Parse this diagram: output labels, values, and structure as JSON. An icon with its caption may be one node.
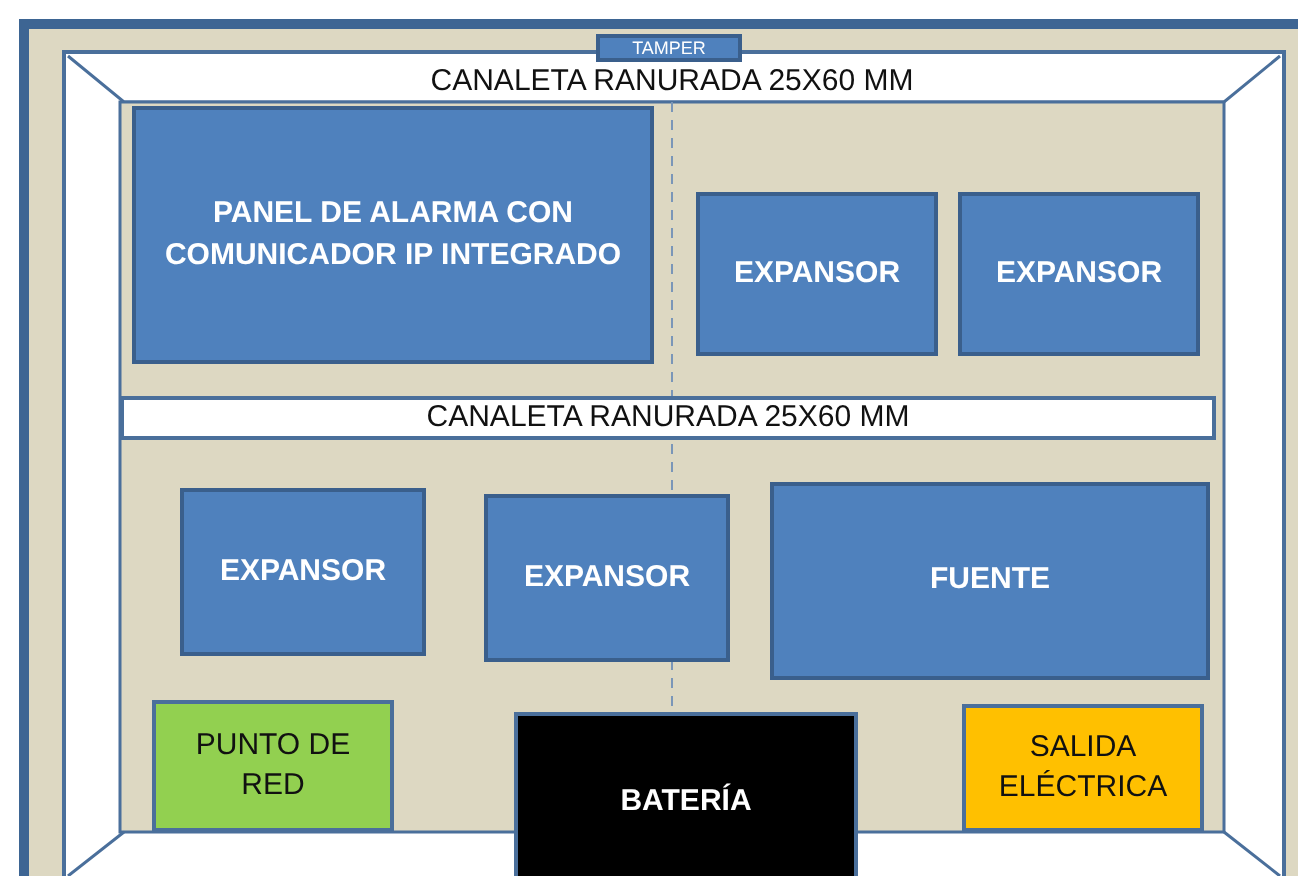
{
  "diagram": {
    "nodes": [
      {
        "text": [
          "TAMPER"
        ]
      },
      {
        "text": [
          "CANALETA RANURADA 25X60 MM"
        ]
      },
      {
        "text": [
          "PANEL DE ALARMA CON COMUNICADOR IP INTEGRADO"
        ]
      },
      {
        "text": [
          "EXPANSOR"
        ]
      },
      {
        "text": [
          "EXPANSOR"
        ]
      },
      {
        "text": [
          "CANALETA RANURADA 25X60 MM"
        ]
      },
      {
        "text": [
          "EXPANSOR"
        ]
      },
      {
        "text": [
          "EXPANSOR"
        ]
      },
      {
        "text": [
          "FUENTE"
        ]
      },
      {
        "text": [
          "PUNTO DE RED"
        ]
      },
      {
        "text": [
          "BATERÍA"
        ]
      },
      {
        "text": [
          "SALIDA ELÉCTRICA"
        ]
      }
    ]
  }
}
